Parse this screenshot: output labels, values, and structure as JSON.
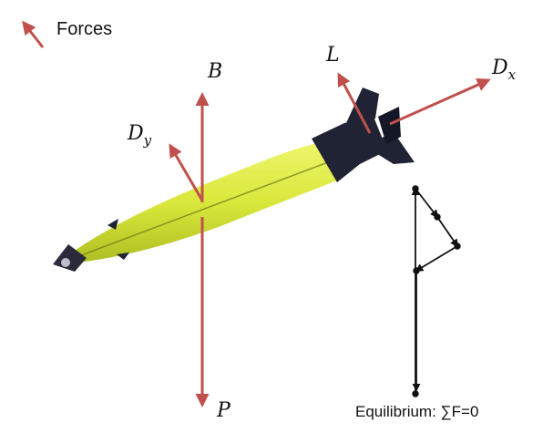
{
  "legend": {
    "label": "Forces",
    "color": "#c0504d"
  },
  "forces": {
    "B": {
      "symbol": "B"
    },
    "P": {
      "symbol": "P"
    },
    "L": {
      "symbol": "L"
    },
    "Dx": {
      "symbol": "D",
      "subscript": "x"
    },
    "Dy": {
      "symbol": "D",
      "subscript": "y"
    }
  },
  "polygon": {
    "caption": "Equilibrium: ∑F=0"
  },
  "colors": {
    "force": "#c0504d",
    "body": "#d9e83a",
    "tail": "#1f2333",
    "line": "#111111"
  }
}
